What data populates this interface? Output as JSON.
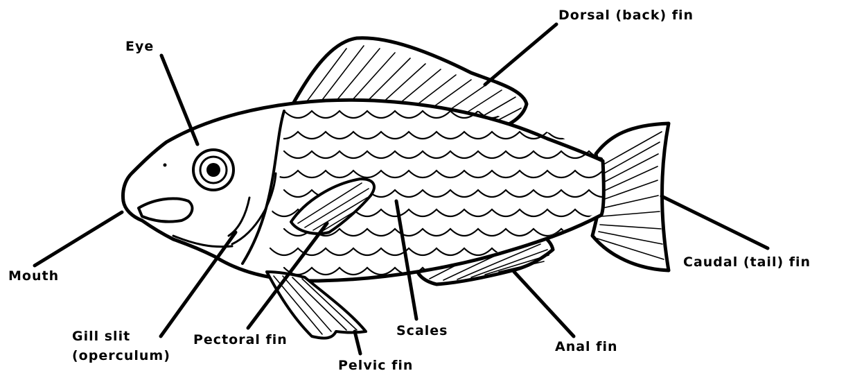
{
  "labels": {
    "dorsal": "Dorsal (back) fin",
    "eye": "Eye",
    "mouth": "Mouth",
    "caudal": "Caudal (tail) fin",
    "gill_line1": "Gill slit",
    "gill_line2": "(operculum)",
    "pectoral": "Pectoral fin",
    "scales": "Scales",
    "anal": "Anal fin",
    "pelvic": "Pelvic fin"
  },
  "colors": {
    "ink": "#000000",
    "paper": "#ffffff"
  }
}
